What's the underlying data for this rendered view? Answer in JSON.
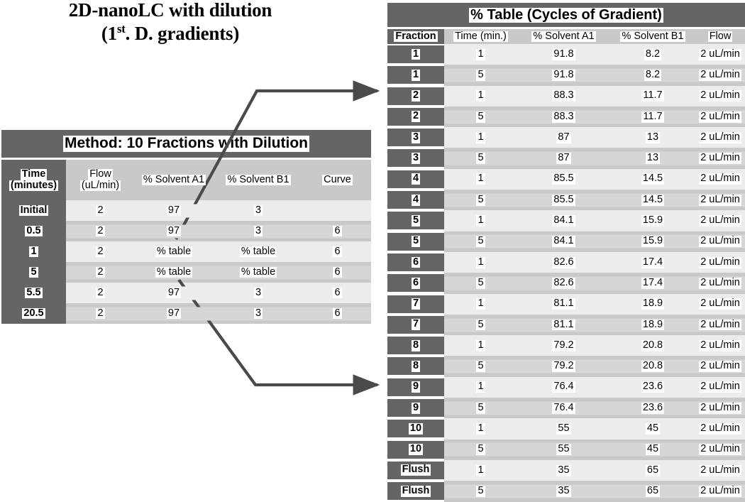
{
  "slide": {
    "title_line1": "2D-nanoLC with dilution",
    "title_line2_pre": "(1",
    "title_line2_sup": "st",
    "title_line2_post": ". D. gradients)"
  },
  "left_table": {
    "title": "Method: 10 Fractions with Dilution",
    "columns": [
      {
        "line1": "Time",
        "line2": "(minutes)"
      },
      {
        "line1": "Flow",
        "line2": "(uL/min)"
      },
      {
        "line1": "% Solvent A1",
        "line2": ""
      },
      {
        "line1": "% Solvent B1",
        "line2": ""
      },
      {
        "line1": "Curve",
        "line2": ""
      }
    ],
    "rows": [
      {
        "time": "Initial",
        "flow": "2",
        "a1": "97",
        "b1": "3",
        "curve": ""
      },
      {
        "time": "0.5",
        "flow": "2",
        "a1": "97",
        "b1": "3",
        "curve": "6"
      },
      {
        "time": "1",
        "flow": "2",
        "a1": "% table",
        "b1": "% table",
        "curve": "6"
      },
      {
        "time": "5",
        "flow": "2",
        "a1": "% table",
        "b1": "% table",
        "curve": "6"
      },
      {
        "time": "5.5",
        "flow": "2",
        "a1": "97",
        "b1": "3",
        "curve": "6"
      },
      {
        "time": "20.5",
        "flow": "2",
        "a1": "97",
        "b1": "3",
        "curve": "6"
      }
    ]
  },
  "right_table": {
    "title": "% Table (Cycles of Gradient)",
    "columns": [
      "Fraction",
      "Time (min.)",
      "% Solvent A1",
      "% Solvent B1",
      "Flow"
    ],
    "rows": [
      {
        "fraction": "1",
        "time": "1",
        "a1": "91.8",
        "b1": "8.2",
        "flow": "2 uL/min"
      },
      {
        "fraction": "1",
        "time": "5",
        "a1": "91.8",
        "b1": "8.2",
        "flow": "2 uL/min"
      },
      {
        "fraction": "2",
        "time": "1",
        "a1": "88.3",
        "b1": "11.7",
        "flow": "2 uL/min"
      },
      {
        "fraction": "2",
        "time": "5",
        "a1": "88.3",
        "b1": "11.7",
        "flow": "2 uL/min"
      },
      {
        "fraction": "3",
        "time": "1",
        "a1": "87",
        "b1": "13",
        "flow": "2 uL/min"
      },
      {
        "fraction": "3",
        "time": "5",
        "a1": "87",
        "b1": "13",
        "flow": "2 uL/min"
      },
      {
        "fraction": "4",
        "time": "1",
        "a1": "85.5",
        "b1": "14.5",
        "flow": "2 uL/min"
      },
      {
        "fraction": "4",
        "time": "5",
        "a1": "85.5",
        "b1": "14.5",
        "flow": "2 uL/min"
      },
      {
        "fraction": "5",
        "time": "1",
        "a1": "84.1",
        "b1": "15.9",
        "flow": "2 uL/min"
      },
      {
        "fraction": "5",
        "time": "5",
        "a1": "84.1",
        "b1": "15.9",
        "flow": "2 uL/min"
      },
      {
        "fraction": "6",
        "time": "1",
        "a1": "82.6",
        "b1": "17.4",
        "flow": "2 uL/min"
      },
      {
        "fraction": "6",
        "time": "5",
        "a1": "82.6",
        "b1": "17.4",
        "flow": "2 uL/min"
      },
      {
        "fraction": "7",
        "time": "1",
        "a1": "81.1",
        "b1": "18.9",
        "flow": "2 uL/min"
      },
      {
        "fraction": "7",
        "time": "5",
        "a1": "81.1",
        "b1": "18.9",
        "flow": "2 uL/min"
      },
      {
        "fraction": "8",
        "time": "1",
        "a1": "79.2",
        "b1": "20.8",
        "flow": "2 uL/min"
      },
      {
        "fraction": "8",
        "time": "5",
        "a1": "79.2",
        "b1": "20.8",
        "flow": "2 uL/min"
      },
      {
        "fraction": "9",
        "time": "1",
        "a1": "76.4",
        "b1": "23.6",
        "flow": "2 uL/min"
      },
      {
        "fraction": "9",
        "time": "5",
        "a1": "76.4",
        "b1": "23.6",
        "flow": "2 uL/min"
      },
      {
        "fraction": "10",
        "time": "1",
        "a1": "55",
        "b1": "45",
        "flow": "2 uL/min"
      },
      {
        "fraction": "10",
        "time": "5",
        "a1": "55",
        "b1": "45",
        "flow": "2 uL/min"
      },
      {
        "fraction": "Flush",
        "time": "1",
        "a1": "35",
        "b1": "65",
        "flow": "2 uL/min"
      },
      {
        "fraction": "Flush",
        "time": "5",
        "a1": "35",
        "b1": "65",
        "flow": "2 uL/min"
      }
    ]
  },
  "connectors": [
    {
      "name": "upper-arrow",
      "from": "left-table % table cell (row 1)",
      "to": "right-table top rows"
    },
    {
      "name": "lower-arrow",
      "from": "left-table % table cell (row 5)",
      "to": "right-table lower rows"
    }
  ],
  "colors": {
    "header_dark": "#656565",
    "band_light": "#ececec",
    "band_dark": "#c9c9c9",
    "arrow": "#4a4a4a",
    "text": "#000000"
  }
}
